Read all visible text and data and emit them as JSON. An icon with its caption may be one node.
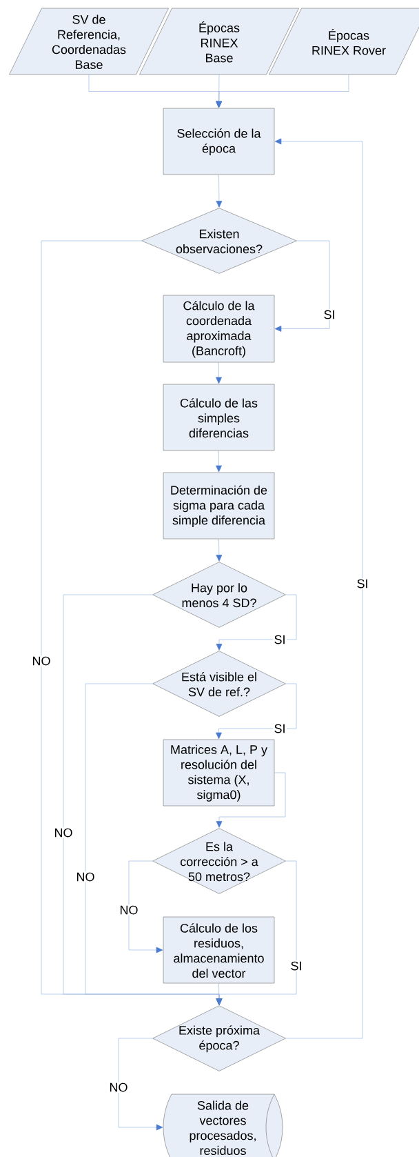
{
  "diagram": {
    "nodes": [
      {
        "text": [
          "SV de Referencia, Coordenadas Base"
        ]
      },
      {
        "text": [
          "Épocas RINEX Base"
        ]
      },
      {
        "text": [
          "Épocas RINEX Rover"
        ]
      },
      {
        "text": [
          "Selección de la época"
        ]
      },
      {
        "text": [
          "Existen observaciones?"
        ]
      },
      {
        "text": [
          "Cálculo de la coordenada aproximada (Bancroft)"
        ]
      },
      {
        "text": [
          "Cálculo de las simples diferencias"
        ]
      },
      {
        "text": [
          "Determinación de sigma para cada simple diferencia"
        ]
      },
      {
        "text": [
          "Hay por lo menos 4 SD?"
        ]
      },
      {
        "text": [
          "Está visible el SV de ref.?"
        ]
      },
      {
        "text": [
          "Matrices A, L, P y resolución del sistema (X, sigma0)"
        ]
      },
      {
        "text": [
          "Es la corrección > a 50 metros?"
        ]
      },
      {
        "text": [
          "Cálculo de los residuos, almacenamiento del vector"
        ]
      },
      {
        "text": [
          "Existe próxima época?"
        ]
      },
      {
        "text": [
          "Salida de vectores procesados, residuos"
        ]
      }
    ],
    "edges": [
      {
        "from": 0,
        "to": 3,
        "arrow": "to"
      },
      {
        "from": 1,
        "to": 3,
        "arrow": "to"
      },
      {
        "from": 2,
        "to": 3,
        "arrow": "to"
      },
      {
        "from": 3,
        "to": 4,
        "arrow": "to"
      },
      {
        "from": 4,
        "to": 5,
        "arrow": "to",
        "label": "SI"
      },
      {
        "from": 5,
        "to": 6,
        "arrow": "to"
      },
      {
        "from": 6,
        "to": 7,
        "arrow": "to"
      },
      {
        "from": 7,
        "to": 8,
        "arrow": "to"
      },
      {
        "from": 8,
        "to": 9,
        "arrow": "to",
        "label": "SI"
      },
      {
        "from": 9,
        "to": 10,
        "arrow": "to",
        "label": "SI"
      },
      {
        "from": 10,
        "to": 11,
        "arrow": "to"
      },
      {
        "from": 11,
        "to": 12,
        "arrow": "to",
        "label": "NO"
      },
      {
        "from": 11,
        "to": 13,
        "arrow": "to",
        "label": "SI"
      },
      {
        "from": 12,
        "to": 13,
        "arrow": "to"
      },
      {
        "from": 4,
        "to": 13,
        "arrow": "to",
        "label": "NO"
      },
      {
        "from": 8,
        "to": 13,
        "arrow": "to",
        "label": "NO"
      },
      {
        "from": 9,
        "to": 13,
        "arrow": "to",
        "label": "NO"
      },
      {
        "from": 13,
        "to": 3,
        "arrow": "to",
        "label": "SI"
      },
      {
        "from": 13,
        "to": 14,
        "arrow": "to",
        "label": "NO"
      }
    ]
  }
}
